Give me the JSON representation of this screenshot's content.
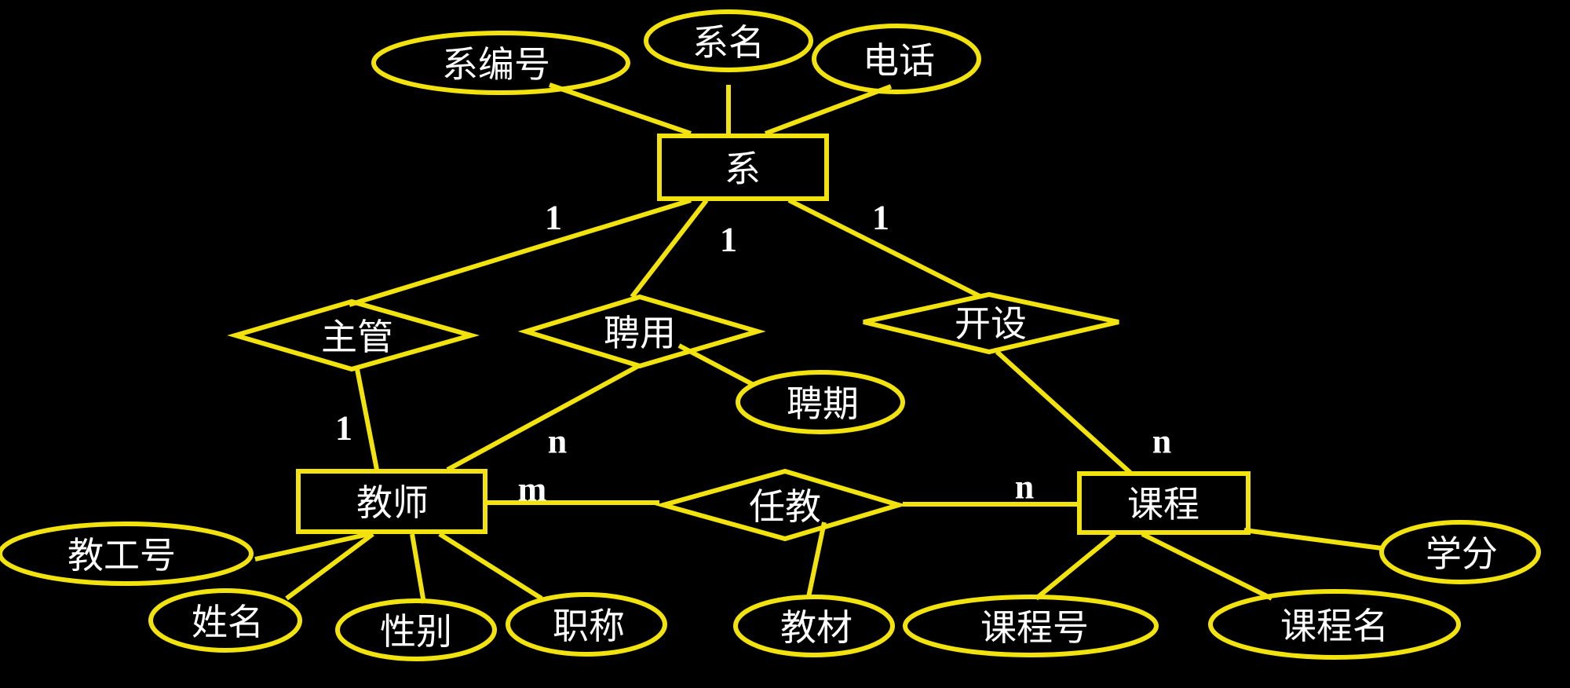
{
  "colors": {
    "background": "#000000",
    "stroke": "#F2E30F",
    "text": "#FFFFFF"
  },
  "entities": {
    "dept": "系",
    "teacher": "教师",
    "course": "课程"
  },
  "relationships": {
    "manage": "主管",
    "hire": "聘用",
    "offer": "开设",
    "teach": "任教"
  },
  "attributes": {
    "dept_no": "系编号",
    "dept_name": "系名",
    "phone": "电话",
    "hire_period": "聘期",
    "emp_no": "教工号",
    "name": "姓名",
    "gender": "性别",
    "title": "职称",
    "textbook": "教材",
    "course_no": "课程号",
    "course_name": "课程名",
    "credit": "学分"
  },
  "cardinalities": {
    "dept_manage": "1",
    "dept_hire": "1",
    "dept_offer": "1",
    "manage_teacher": "1",
    "hire_teacher": "n",
    "offer_course": "n",
    "teach_teacher": "m",
    "teach_course": "n"
  }
}
